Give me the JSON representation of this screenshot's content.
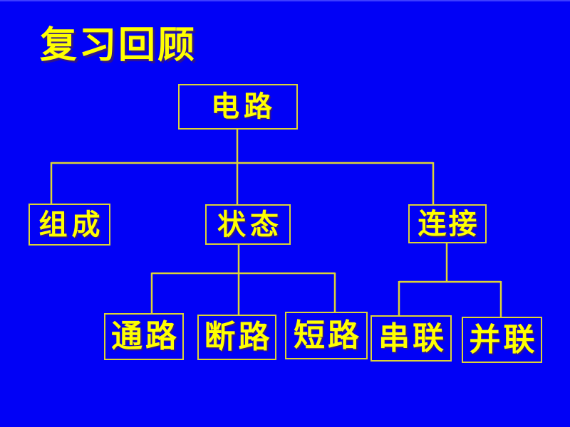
{
  "slide": {
    "title": "复习回顾",
    "colors": {
      "background": "#0101f6",
      "box_border": "#ddd435",
      "connector_line": "#ddd435",
      "text": "#ffff00"
    }
  },
  "tree": {
    "root": {
      "label": "电路"
    },
    "level1": [
      {
        "label": "组成"
      },
      {
        "label": "状态"
      },
      {
        "label": "连接"
      }
    ],
    "state_children": [
      {
        "label": "通路"
      },
      {
        "label": "断路"
      },
      {
        "label": "短路"
      }
    ],
    "connection_children": [
      {
        "label": "串联"
      },
      {
        "label": "并联"
      }
    ]
  }
}
